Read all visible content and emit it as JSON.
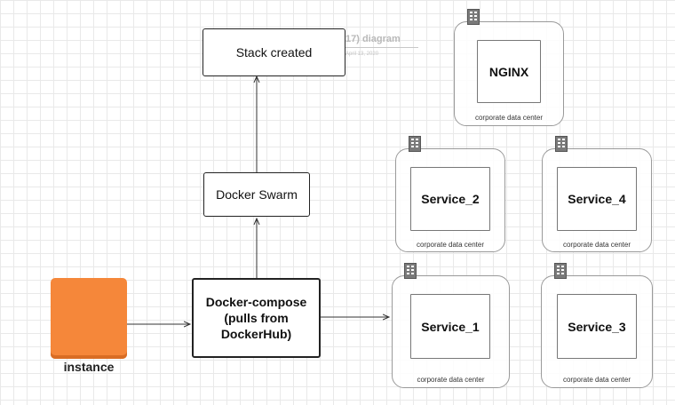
{
  "diagram": {
    "ghost_title": "17) diagram",
    "ghost_date": "April 13, 2020",
    "nodes": {
      "stack_created": "Stack created",
      "docker_swarm": "Docker Swarm",
      "docker_compose": "Docker-compose\n(pulls from\nDockerHub)",
      "instance": "instance"
    },
    "datacenters": [
      {
        "id": "nginx",
        "name": "NGINX",
        "caption": "corporate data center"
      },
      {
        "id": "service-2",
        "name": "Service_2",
        "caption": "corporate data center"
      },
      {
        "id": "service-4",
        "name": "Service_4",
        "caption": "corporate data center"
      },
      {
        "id": "service-1",
        "name": "Service_1",
        "caption": "corporate data center"
      },
      {
        "id": "service-3",
        "name": "Service_3",
        "caption": "corporate data center"
      }
    ],
    "colors": {
      "instance_fill": "#f5873a",
      "datacenter_icon": "#7a7a7a",
      "connector": "#333333"
    },
    "icons": {
      "datacenter": "building-icon"
    }
  }
}
